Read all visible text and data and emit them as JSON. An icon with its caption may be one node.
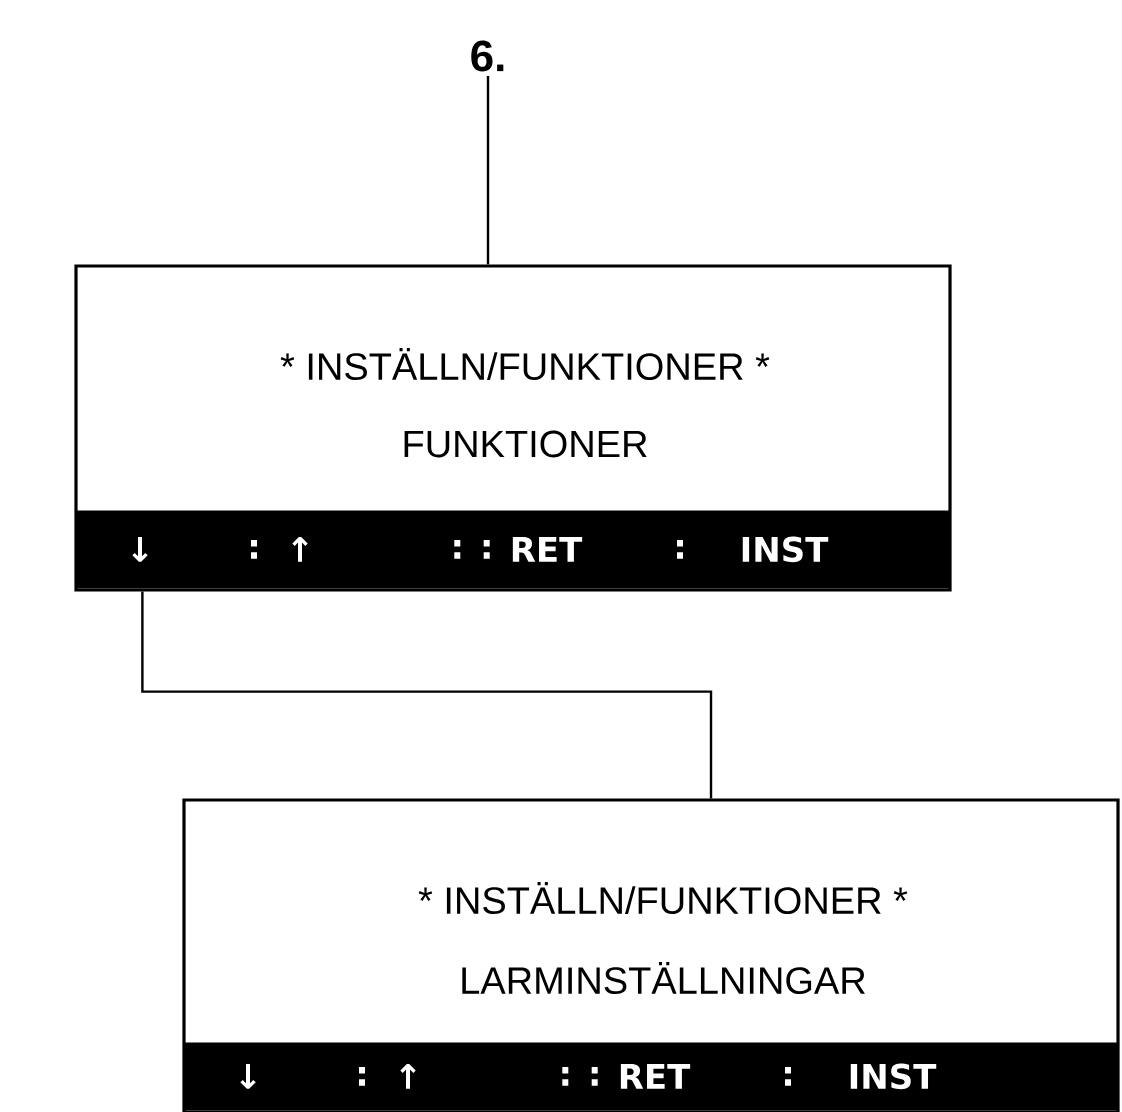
{
  "diagram": {
    "nodes": [
      {
        "text": [
          "6."
        ]
      },
      {
        "text": [
          "* INSTÄLLN/FUNKTIONER *",
          "FUNKTIONER"
        ]
      },
      {
        "text": [
          "↓",
          ":",
          "↑",
          ": :",
          "RET",
          ":",
          "INST"
        ],
        "in": 1
      },
      {
        "text": [
          "* INSTÄLLN/FUNKTIONER *",
          "LARMINSTÄLLNINGAR"
        ]
      },
      {
        "text": [
          "↓",
          ":",
          "↑",
          ": :",
          "RET",
          ":",
          "INST"
        ],
        "in": 3
      }
    ],
    "edges": [
      {
        "from": 0,
        "to": 1,
        "arrow": "none"
      },
      {
        "from": 1,
        "to": 3,
        "arrow": "none"
      }
    ]
  }
}
